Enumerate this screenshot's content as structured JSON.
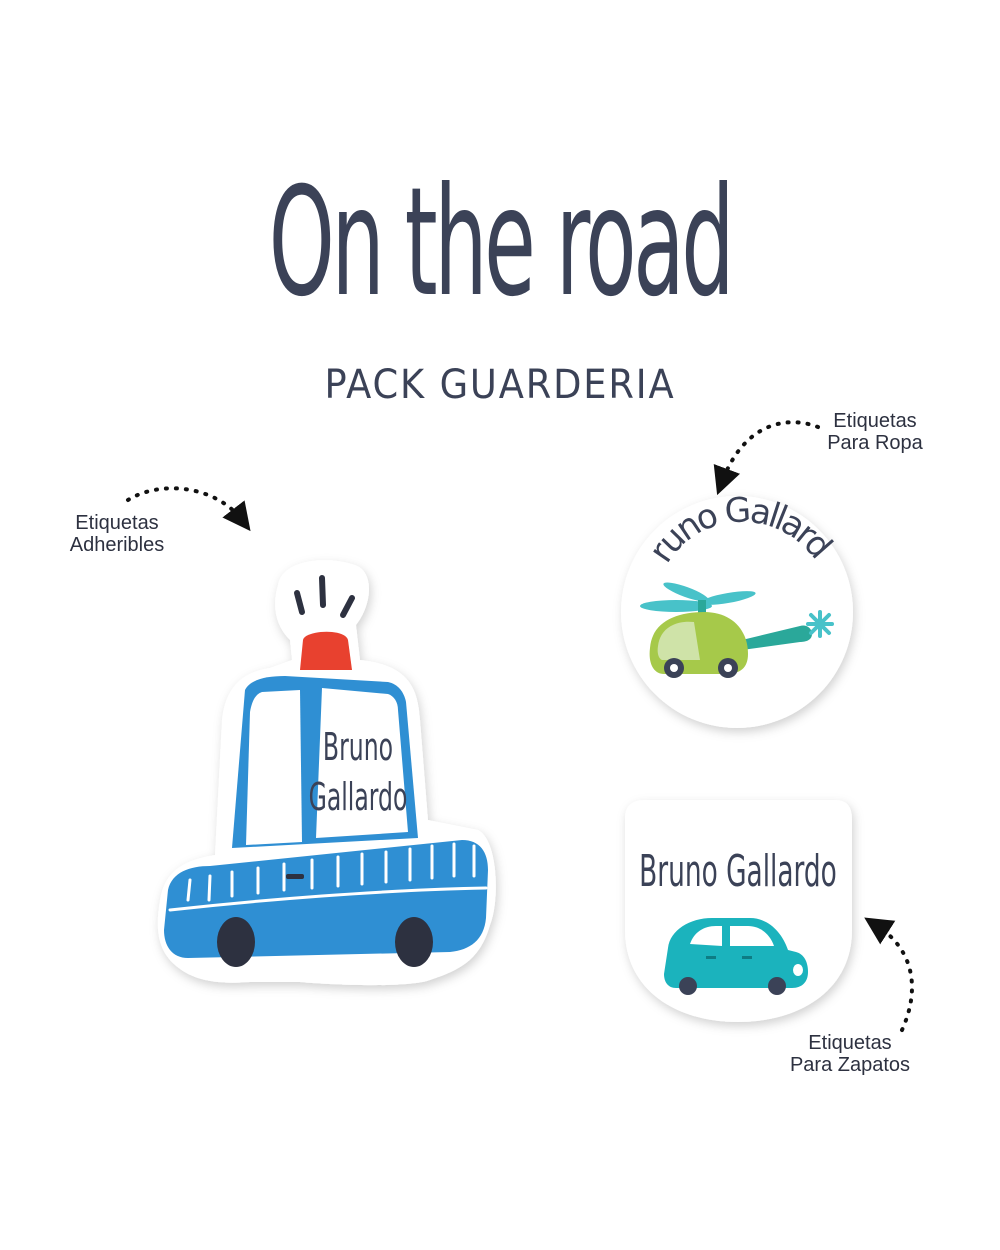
{
  "header": {
    "title": "On the road",
    "subtitle": "PACK GUARDERIA"
  },
  "callouts": {
    "adheribles": {
      "line1": "Etiquetas",
      "line2": "Adheribles"
    },
    "ropa": {
      "line1": "Etiquetas",
      "line2": "Para Ropa"
    },
    "zapatos": {
      "line1": "Etiquetas",
      "line2": "Para Zapatos"
    }
  },
  "stickers": {
    "police_car": {
      "name_line1": "Bruno",
      "name_line2": "Gallardo",
      "icon": "police-car-icon"
    },
    "clothes": {
      "name": "Bruno Gallardo",
      "icon": "helicopter-icon"
    },
    "shoes": {
      "name": "Bruno Gallardo",
      "icon": "car-icon"
    }
  },
  "colors": {
    "text": "#3b4257",
    "police_blue": "#2f8fd3",
    "police_light": "#e8412f",
    "helicopter_green": "#a6c94a",
    "helicopter_blade": "#48c2c9",
    "car_teal": "#1bb3bd"
  }
}
